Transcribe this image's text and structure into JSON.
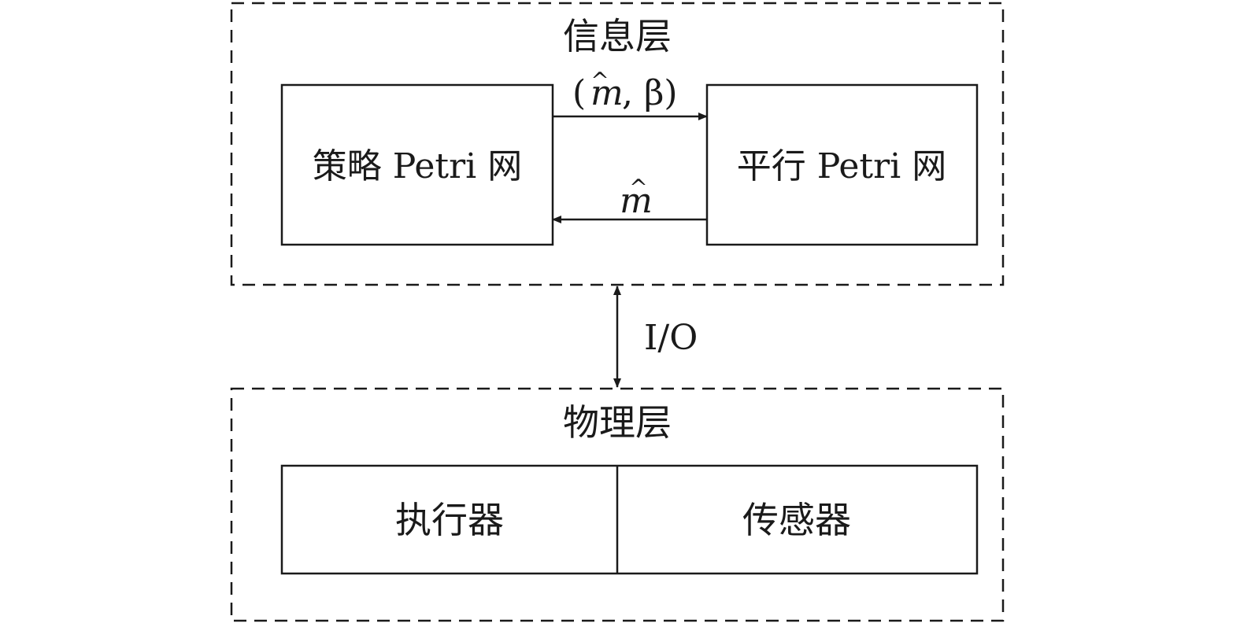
{
  "info_layer": {
    "title": "信息层",
    "strategy_net": "策略 Petri 网",
    "parallel_net": "平行 Petri 网",
    "forward_label_m": "m",
    "forward_label_open": "(",
    "forward_label_beta": ", β)",
    "backward_label_m": "m",
    "hat": "^"
  },
  "io_link": {
    "label": "I/O"
  },
  "physical_layer": {
    "title": "物理层",
    "actuator": "执行器",
    "sensor": "传感器"
  }
}
